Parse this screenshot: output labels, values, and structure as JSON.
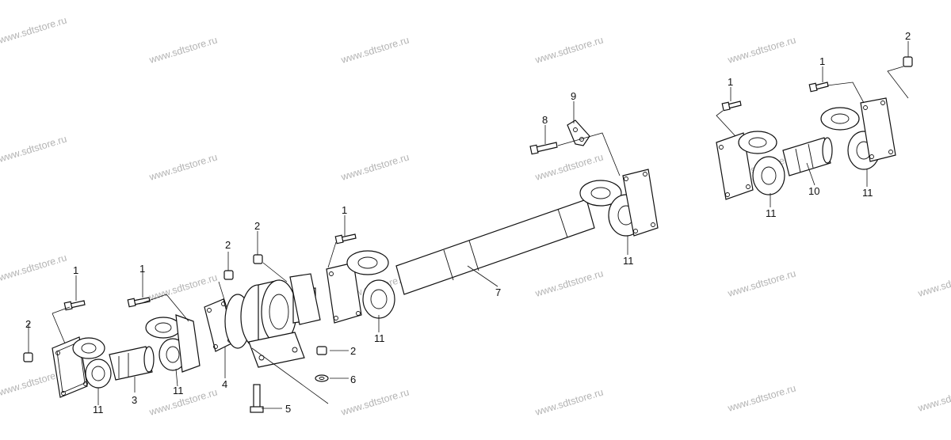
{
  "watermark": "www.sdtstore.ru",
  "callouts": {
    "c1a": "1",
    "c1b": "1",
    "c1c": "1",
    "c1d": "1",
    "c1e": "1",
    "c2a": "2",
    "c2b": "2",
    "c2c": "2",
    "c2d": "2",
    "c2e": "2",
    "c3": "3",
    "c4": "4",
    "c5": "5",
    "c6": "6",
    "c7": "7",
    "c8": "8",
    "c9": "9",
    "c10": "10",
    "c11a": "11",
    "c11b": "11",
    "c11c": "11",
    "c11d": "11",
    "c11e": "11"
  },
  "colors": {
    "line": "#111111",
    "watermark": "#9a9a9a",
    "background": "#ffffff"
  }
}
